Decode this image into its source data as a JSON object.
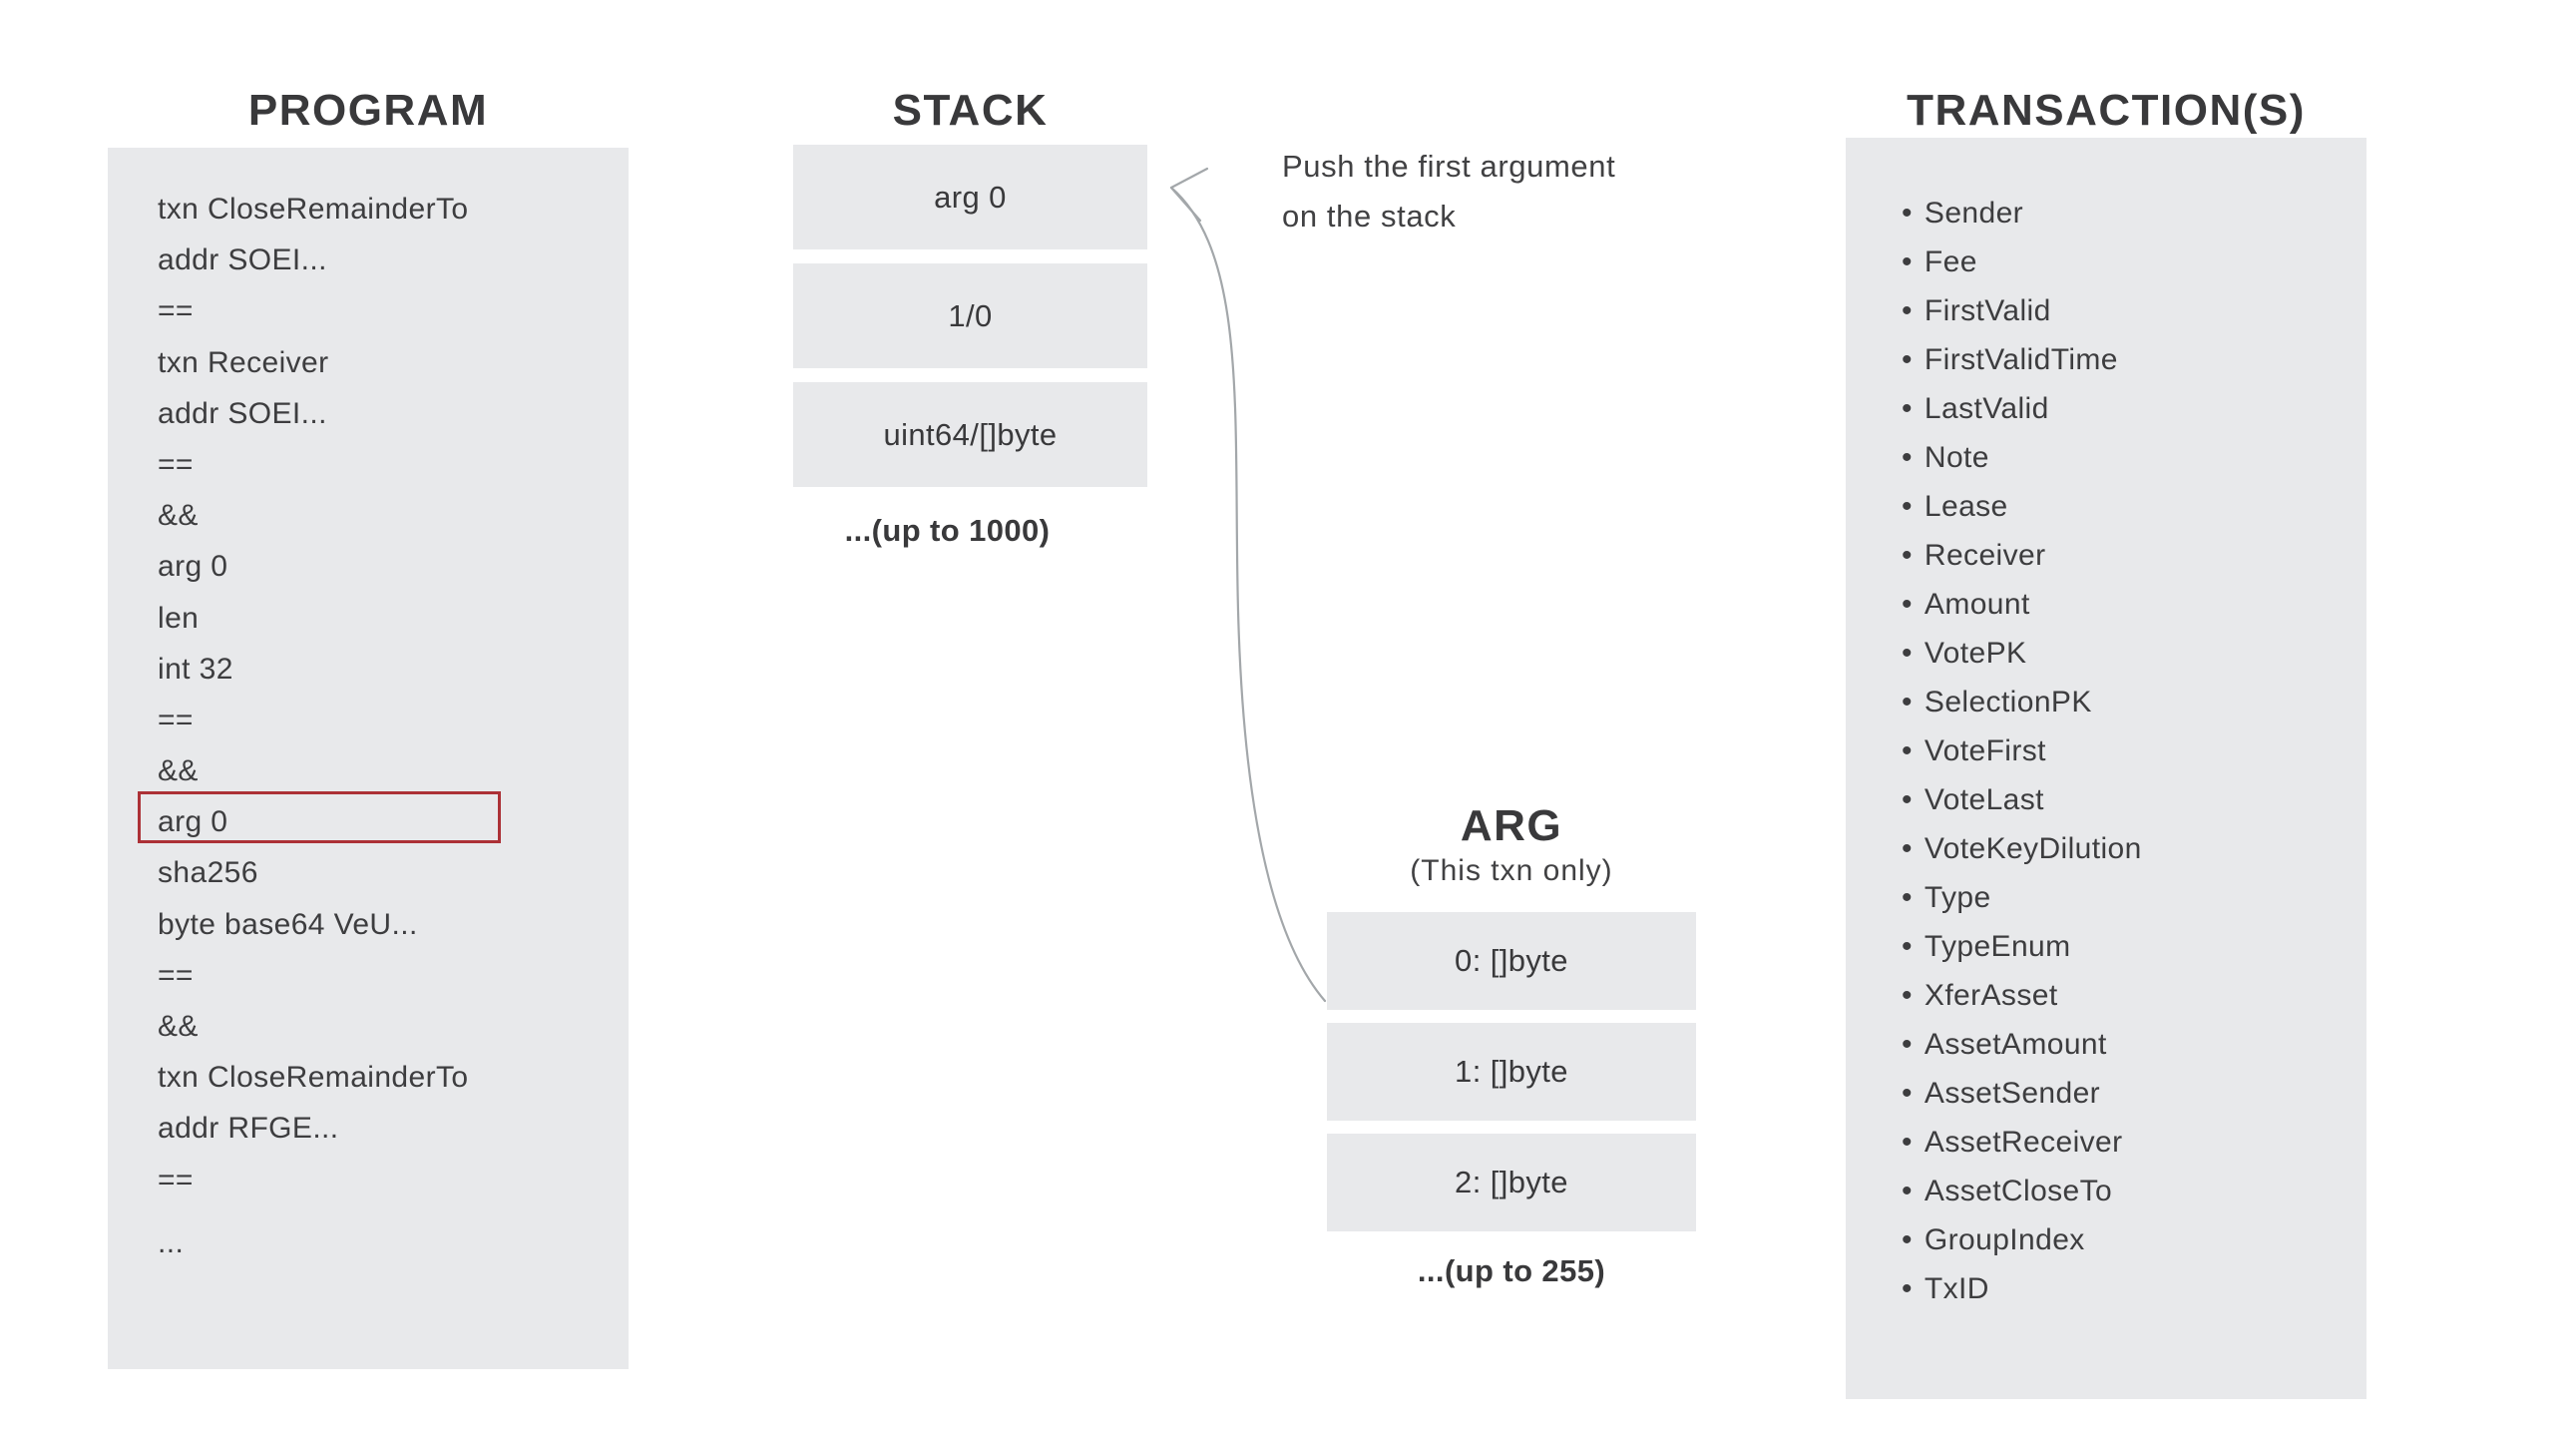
{
  "program": {
    "title": "PROGRAM",
    "lines": [
      "txn CloseRemainderTo",
      "addr SOEI...",
      "==",
      "txn Receiver",
      "addr SOEI...",
      "==",
      "&&",
      "arg 0",
      "len",
      "int 32",
      "==",
      "&&",
      "arg 0",
      "sha256",
      "byte base64 VeU...",
      "==",
      "&&",
      "txn CloseRemainderTo",
      "addr RFGE...",
      "==",
      "..."
    ],
    "highlighted_line_index": 12,
    "highlighted_line_text": "arg 0"
  },
  "stack": {
    "title": "STACK",
    "boxes": [
      "arg 0",
      "1/0",
      "uint64/[]byte"
    ],
    "more_label": "...(up to 1000)"
  },
  "annotation": {
    "line1": "Push the first argument",
    "line2": "on the stack"
  },
  "arg": {
    "title": "ARG",
    "subtitle": "(This txn only)",
    "boxes": [
      "0: []byte",
      "1: []byte",
      "2: []byte"
    ],
    "more_label": "...(up to 255)"
  },
  "transactions": {
    "title": "TRANSACTION(S)",
    "bullet": "•",
    "fields": [
      "Sender",
      "Fee",
      "FirstValid",
      "FirstValidTime",
      "LastValid",
      "Note",
      "Lease",
      "Receiver",
      "Amount",
      "VotePK",
      "SelectionPK",
      "VoteFirst",
      "VoteLast",
      "VoteKeyDilution",
      "Type",
      "TypeEnum",
      "XferAsset",
      "AssetAmount",
      "AssetSender",
      "AssetReceiver",
      "AssetCloseTo",
      "GroupIndex",
      "TxID"
    ]
  },
  "colors": {
    "panel_gray": "#e8e9eb",
    "highlight_red": "#ac3136",
    "text_dark": "#3d3d3f",
    "arrow_gray": "#a3a7aa",
    "background": "#ffffff"
  }
}
